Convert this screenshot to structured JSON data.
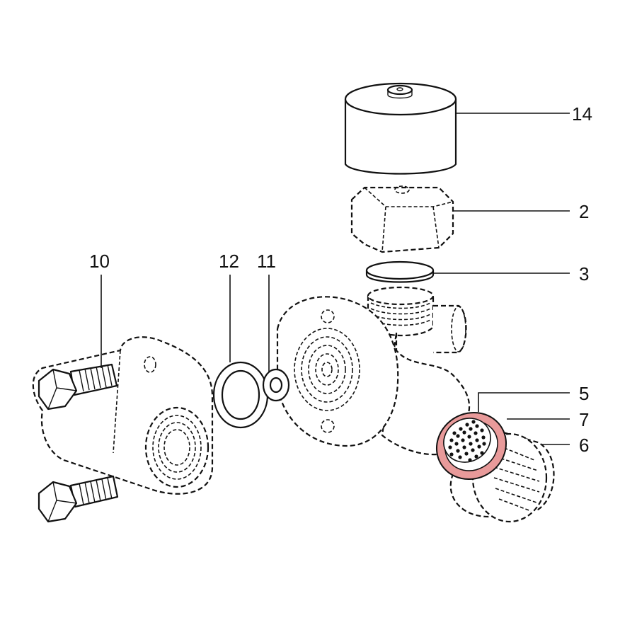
{
  "diagram": {
    "callouts": {
      "c14": "14",
      "c2": "2",
      "c3": "3",
      "c10": "10",
      "c12": "12",
      "c11": "11",
      "c5": "5",
      "c7": "7",
      "c6": "6"
    },
    "highlight_color": "#e89a9a"
  }
}
